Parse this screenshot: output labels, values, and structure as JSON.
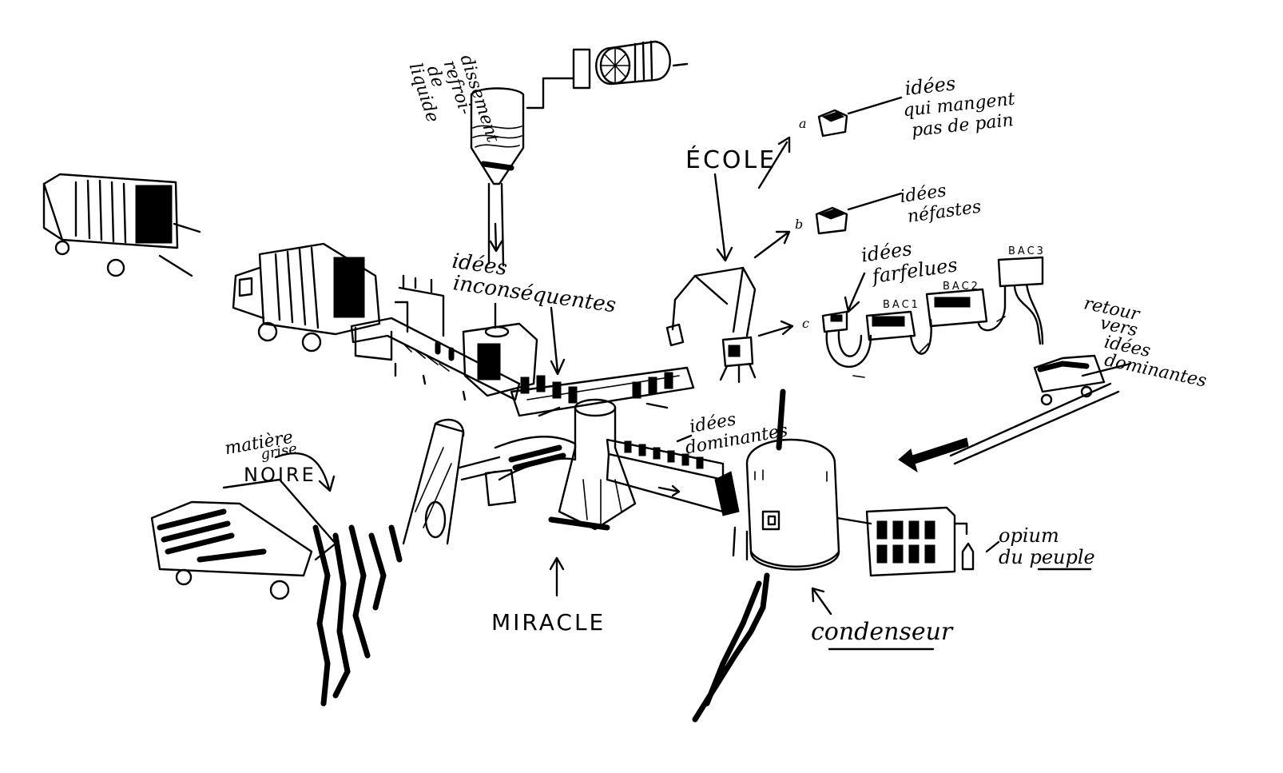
{
  "labels": {
    "liquide": [
      "liquide",
      "de",
      "refroi-",
      "dissement"
    ],
    "inconsequentes": [
      "idées",
      "inconséquentes"
    ],
    "ecole": "ÉCOLE",
    "branch_a": "a",
    "branch_b": "b",
    "branch_c": "c",
    "mangent": [
      "idées",
      "qui mangent",
      "pas de pain"
    ],
    "nefastes": [
      "idées",
      "néfastes"
    ],
    "farfelues": [
      "idées",
      "farfelues"
    ],
    "bac1": "BAC1",
    "bac2": "BAC2",
    "bac3": "BAC3",
    "retour": [
      "retour",
      "vers",
      "idées",
      "dominantes"
    ],
    "matiere": [
      "matière",
      "grise"
    ],
    "noire": "NOIRE",
    "dominantes": [
      "idées",
      "dominantes"
    ],
    "miracle": "MIRACLE",
    "condenseur": "condenseur",
    "opium": [
      "opium",
      "du peuple"
    ]
  },
  "colors": {
    "ink": "#000000",
    "paper": "#ffffff"
  }
}
